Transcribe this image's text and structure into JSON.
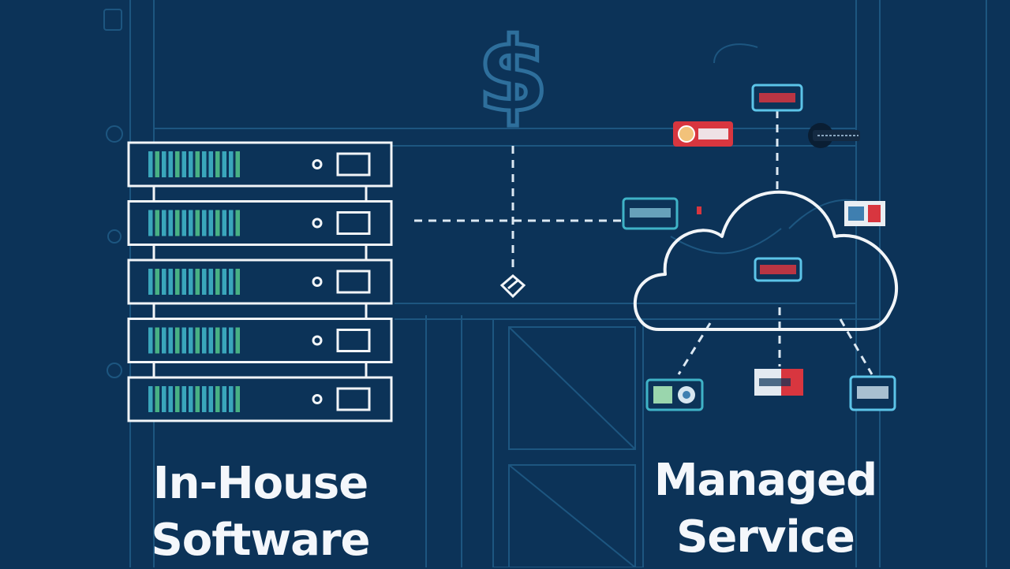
{
  "symbols": {
    "currency": "$"
  },
  "captions": {
    "in_house": [
      "In-House",
      "Software"
    ],
    "managed": [
      "Managed",
      "Service"
    ]
  },
  "colors": {
    "background": "#0c3358",
    "blueprint_line": "#1f5a85",
    "node_line": "#5cc4e8",
    "outline": "#f2f5f8",
    "led_teal": "#3fb3c7",
    "led_green": "#4fbf8a",
    "accent_red": "#d8363f"
  },
  "server_rack": {
    "units": 5
  },
  "icons": {
    "rack": "server-rack-icon",
    "cloud": "cloud-icon",
    "link": "link-chain-icon",
    "dollar": "dollar-sign-icon"
  }
}
